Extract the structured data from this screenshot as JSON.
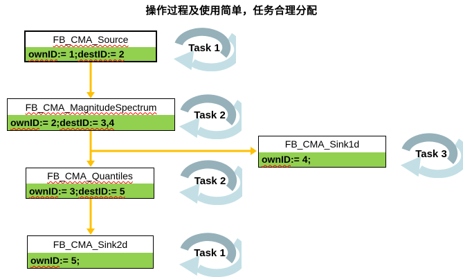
{
  "title": "操作过程及使用简单，任务合理分配",
  "colors": {
    "box_green": "#92D050",
    "connector": "#FFC000",
    "swirl_dark": "#96B1BA",
    "swirl_light": "#C3DFE5",
    "wavy_red": "#FF0000"
  },
  "boxes": [
    {
      "id": "source",
      "name": "FB_CMA_Source",
      "segments": [
        {
          "t": "ownID",
          "w": true
        },
        {
          "t": ":= 1; ",
          "w": false
        },
        {
          "t": "destID:= 2",
          "w": true
        }
      ]
    },
    {
      "id": "magnitude-spectrum",
      "name": "FB_CMA_MagnitudeSpectrum",
      "segments": [
        {
          "t": "ownID",
          "w": true
        },
        {
          "t": ":= 2; ",
          "w": false
        },
        {
          "t": "destID:= 3,4",
          "w": true
        }
      ]
    },
    {
      "id": "quantiles",
      "name": "FB_CMA_Quantiles",
      "segments": [
        {
          "t": "ownID",
          "w": true
        },
        {
          "t": ":= 3; ",
          "w": false
        },
        {
          "t": "destID:= 5",
          "w": true
        }
      ]
    },
    {
      "id": "sink1d",
      "name": "FB_CMA_Sink1d",
      "segments": [
        {
          "t": "ownID",
          "w": true
        },
        {
          "t": ":= 4;",
          "w": false
        }
      ]
    },
    {
      "id": "sink2d",
      "name": "FB_CMA_Sink2d",
      "segments": [
        {
          "t": "ownID",
          "w": true
        },
        {
          "t": ":= 5;",
          "w": false
        }
      ]
    }
  ],
  "tasks": [
    {
      "label": "Task 1"
    },
    {
      "label": "Task 2"
    },
    {
      "label": "Task 2"
    },
    {
      "label": "Task 3"
    },
    {
      "label": "Task 1"
    }
  ],
  "edges": [
    {
      "from": "source",
      "to": "magnitude-spectrum"
    },
    {
      "from": "magnitude-spectrum",
      "to": "quantiles"
    },
    {
      "from": "magnitude-spectrum",
      "to": "sink1d"
    },
    {
      "from": "quantiles",
      "to": "sink2d"
    }
  ]
}
